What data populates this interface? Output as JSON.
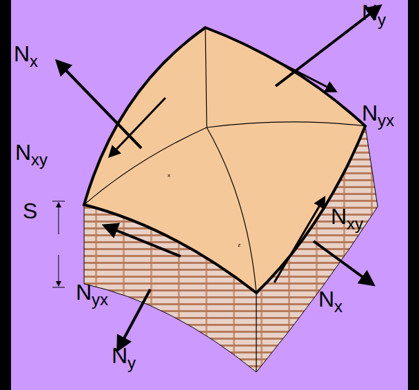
{
  "diagram": {
    "labels": [
      "Ny",
      "Nx",
      "Nyx",
      "Nxy",
      "x",
      "S",
      "Nxy",
      "z",
      "Nx",
      "Nyx",
      "Ny"
    ]
  }
}
